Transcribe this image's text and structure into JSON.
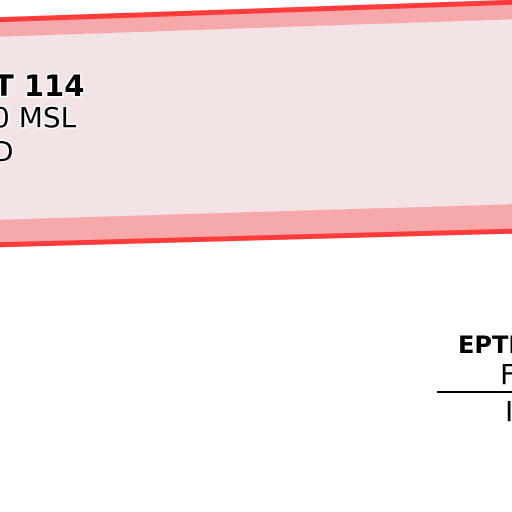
{
  "airspace_zone": {
    "name_line": "T 114",
    "altitude_line": "0 MSL",
    "third_line": "D",
    "fill_color": "#f4e3e4",
    "border_band_color": "#f6a8aa",
    "border_line_color": "#ff3b3b"
  },
  "waypoint_label": {
    "code": "EPTI",
    "line2": "F",
    "line3": "I"
  }
}
